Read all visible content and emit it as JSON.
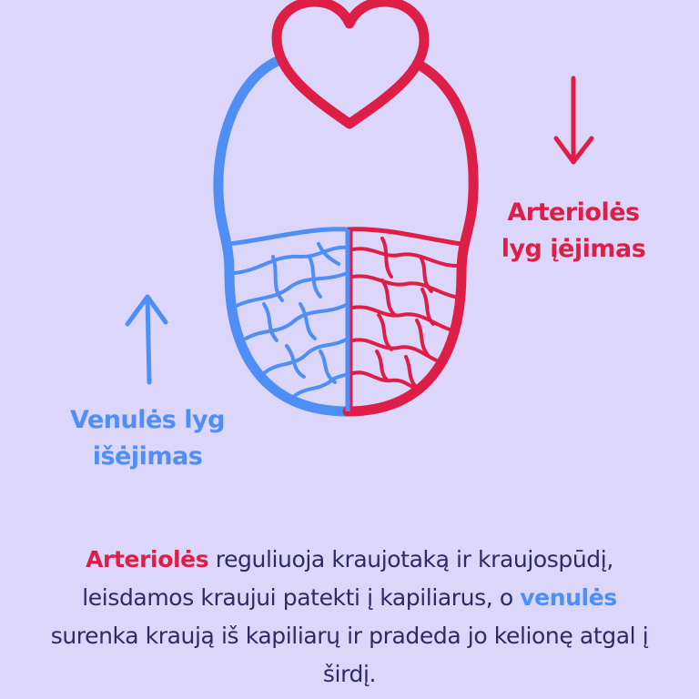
{
  "colors": {
    "background": "#dcd6fa",
    "artery": "#dd1f47",
    "vein": "#4f8ff5",
    "text": "#2e2a63"
  },
  "labels": {
    "arteriole_line1": "Arteriolės",
    "arteriole_line2": "lyg įėjimas",
    "venule_line1": "Venulės lyg",
    "venule_line2": "išėjimas"
  },
  "caption": {
    "arteriole_word": "Arteriolės",
    "part1": " reguliuoja kraujotaką ir kraujospūdį, leisdamos kraujui patekti į kapiliarus, o ",
    "venule_word": "venulės",
    "part2": " surenka kraują iš kapiliarų ir pradeda jo kelionę atgal į širdį."
  },
  "icons": {
    "heart": "heart-icon",
    "down_arrow": "arrow-down-icon",
    "up_arrow": "arrow-up-icon"
  }
}
